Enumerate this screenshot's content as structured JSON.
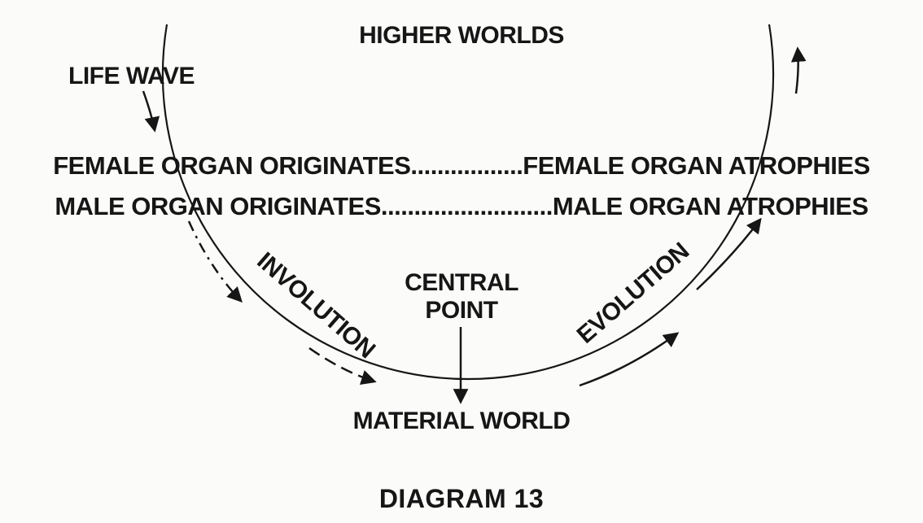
{
  "diagram": {
    "caption": "DIAGRAM 13",
    "labels": {
      "higher_worlds": "HIGHER WORLDS",
      "life_wave": "LIFE WAVE",
      "female_row": "FEMALE ORGAN ORIGINATES.................FEMALE ORGAN ATROPHIES",
      "male_row": "MALE ORGAN ORIGINATES..........................MALE ORGAN ATROPHIES",
      "involution": "INVOLUTION",
      "central_point_line1": "CENTRAL",
      "central_point_line2": "POINT",
      "evolution": "EVOLUTION",
      "material_world": "MATERIAL WORLD"
    },
    "icons": {
      "arc": "descending-ascending-arc",
      "arrows": [
        "life-wave-down-arrow",
        "involution-descent-dashed-arrow",
        "involution-lower-dashed-arrow",
        "central-point-down-arrow",
        "evolution-lower-up-arrow",
        "evolution-mid-up-arrow",
        "evolution-top-up-arrow"
      ]
    },
    "colors": {
      "ink": "#161616",
      "paper": "#fbfbf9"
    }
  }
}
